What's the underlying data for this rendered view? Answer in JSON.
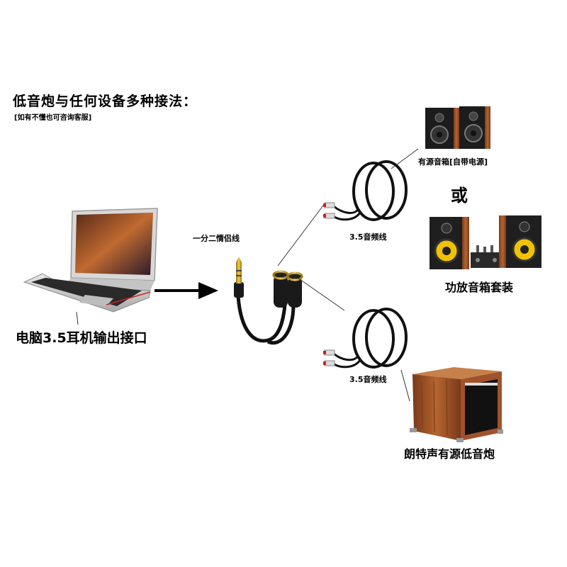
{
  "title": "低音炮与任何设备多种接法：",
  "subtitle": "[如有不懂也可咨询客服]",
  "labels": {
    "laptop": "电脑3.5耳机输出接口",
    "splitter": "一分二情侣线",
    "cable_top": "3.5音频线",
    "cable_bottom": "3.5音频线",
    "active_speakers": "有源音箱[自带电源]",
    "or": "或",
    "amp_set": "功放音箱套装",
    "subwoofer": "朗特声有源低音炮"
  },
  "colors": {
    "cable": "#1a1a1a",
    "gold": "#d4a017",
    "wood": "#a0522d",
    "woofer_yellow": "#f2c200",
    "plug_red": "#cc2222"
  },
  "icons": [
    "laptop-icon",
    "arrow-right-icon",
    "splitter-cable-icon",
    "rca-cable-icon",
    "speaker-pair-icon",
    "amplifier-set-icon",
    "subwoofer-icon"
  ]
}
